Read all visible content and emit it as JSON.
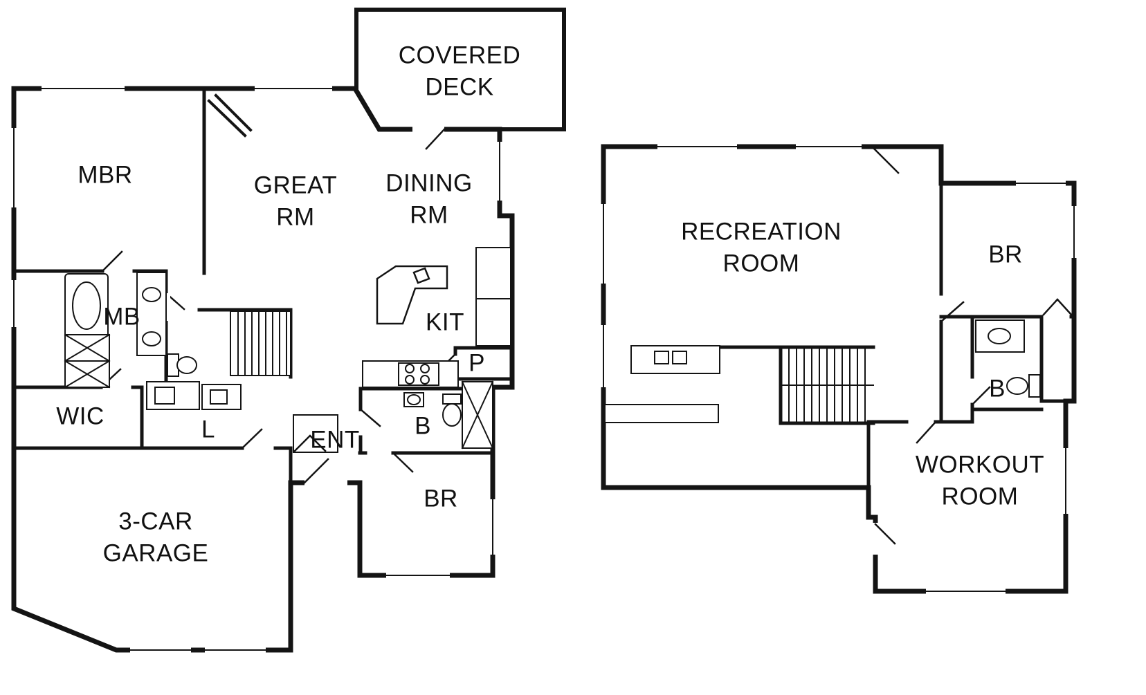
{
  "colors": {
    "line": "#141414",
    "background": "#ffffff"
  },
  "plans": {
    "main": {
      "rooms": {
        "covered_deck": "COVERED\nDECK",
        "mbr": "MBR",
        "great_rm": "GREAT\nRM",
        "dining_rm": "DINING\nRM",
        "kit": "KIT",
        "mb": "MB",
        "wic": "WIC",
        "laundry": "L",
        "ent": "ENT",
        "bath": "B",
        "pantry": "P",
        "br": "BR",
        "garage": "3-CAR\nGARAGE"
      }
    },
    "lower": {
      "rooms": {
        "recreation_room": "RECREATION\nROOM",
        "br": "BR",
        "bath": "B",
        "workout_room": "WORKOUT\nROOM"
      }
    }
  }
}
